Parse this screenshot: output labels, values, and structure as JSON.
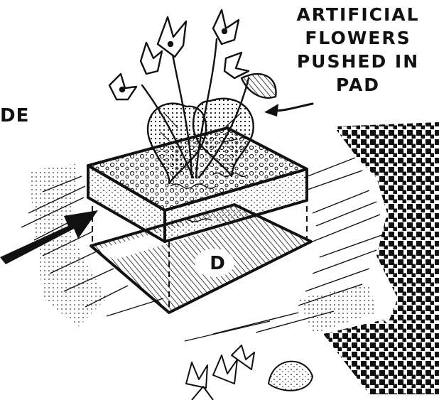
{
  "labels": {
    "cut_off_side": "DE",
    "callout_lines": [
      "ARTIFICIAL",
      "FLOWERS",
      "PUSHED IN",
      "PAD"
    ],
    "part_letter": "D"
  },
  "colors": {
    "ink": "#111111",
    "paper": "#ffffff"
  },
  "icons": {
    "arrow": "big-black-arrow",
    "leader": "leader-arrow"
  }
}
